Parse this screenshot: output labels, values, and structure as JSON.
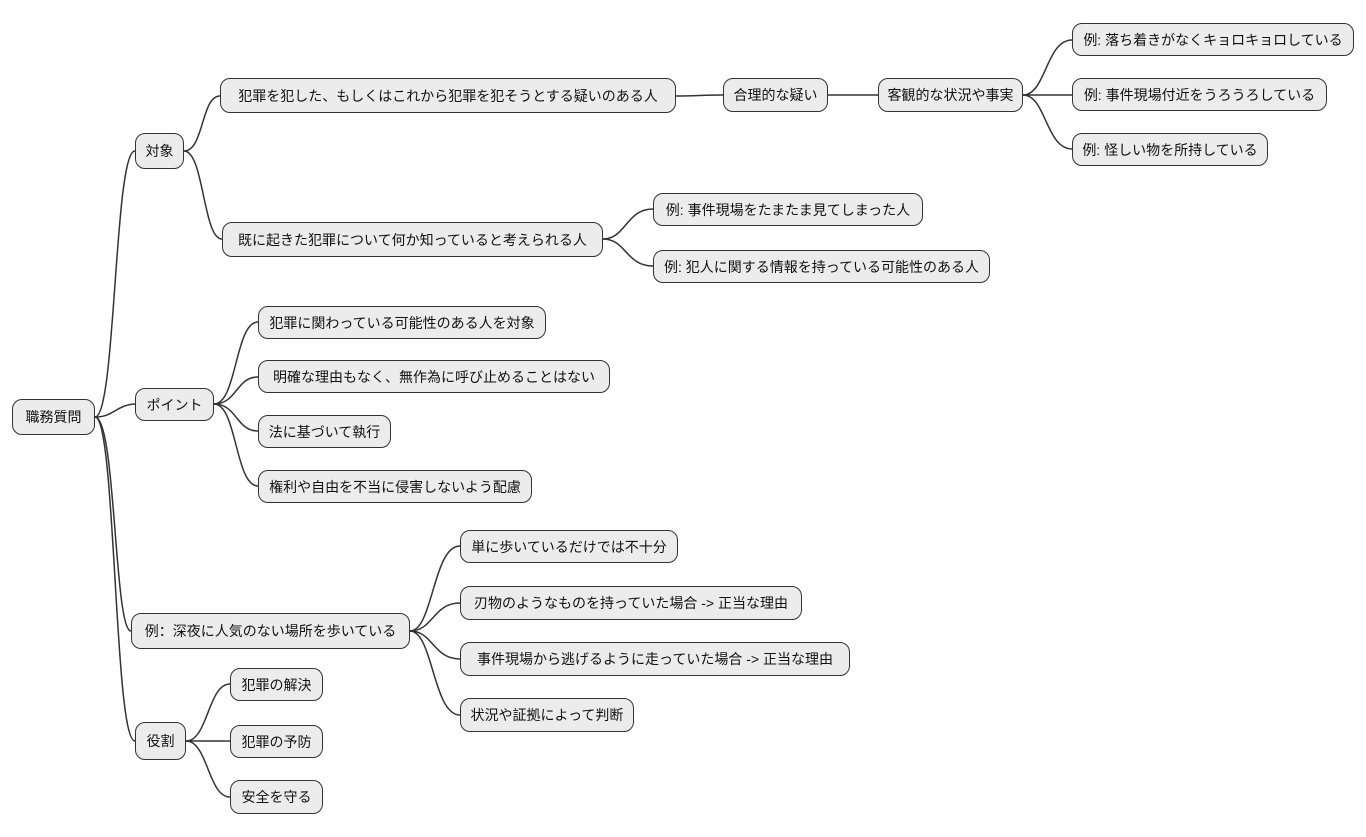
{
  "diagram_type": "mindmap",
  "colors": {
    "background": "#ffffff",
    "node_fill": "#ececec",
    "node_border": "#333333",
    "edge": "#333333",
    "text": "#111111"
  },
  "mindmap": {
    "root": {
      "label": "職務質問",
      "children": [
        {
          "label": "対象",
          "children": [
            {
              "label": "犯罪を犯した、もしくはこれから犯罪を犯そうとする疑いのある人",
              "children": [
                {
                  "label": "合理的な疑い",
                  "children": [
                    {
                      "label": "客観的な状況や事実",
                      "children": [
                        {
                          "label": "例: 落ち着きがなくキョロキョロしている"
                        },
                        {
                          "label": "例: 事件現場付近をうろうろしている"
                        },
                        {
                          "label": "例: 怪しい物を所持している"
                        }
                      ]
                    }
                  ]
                }
              ]
            },
            {
              "label": "既に起きた犯罪について何か知っていると考えられる人",
              "children": [
                {
                  "label": "例: 事件現場をたまたま見てしまった人"
                },
                {
                  "label": "例: 犯人に関する情報を持っている可能性のある人"
                }
              ]
            }
          ]
        },
        {
          "label": "ポイント",
          "children": [
            {
              "label": "犯罪に関わっている可能性のある人を対象"
            },
            {
              "label": "明確な理由もなく、無作為に呼び止めることはない"
            },
            {
              "label": "法に基づいて執行"
            },
            {
              "label": "権利や自由を不当に侵害しないよう配慮"
            }
          ]
        },
        {
          "label": "例：深夜に人気のない場所を歩いている",
          "children": [
            {
              "label": "単に歩いているだけでは不十分"
            },
            {
              "label": "刃物のようなものを持っていた場合 -> 正当な理由"
            },
            {
              "label": "事件現場から逃げるように走っていた場合 -> 正当な理由"
            },
            {
              "label": "状況や証拠によって判断"
            }
          ]
        },
        {
          "label": "役割",
          "children": [
            {
              "label": "犯罪の解決"
            },
            {
              "label": "犯罪の予防"
            },
            {
              "label": "安全を守る"
            }
          ]
        }
      ]
    }
  }
}
